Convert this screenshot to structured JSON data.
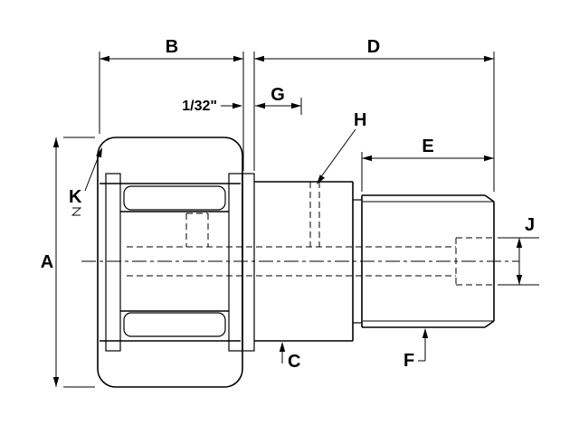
{
  "drawing": {
    "colors": {
      "background": "#ffffff",
      "line": "#000000"
    },
    "dimensions": {
      "A": "A",
      "B": "B",
      "C": "C",
      "D": "D",
      "E": "E",
      "F": "F",
      "G": "G",
      "H": "H",
      "J": "J",
      "K": "K",
      "gap": "1/32\""
    }
  }
}
